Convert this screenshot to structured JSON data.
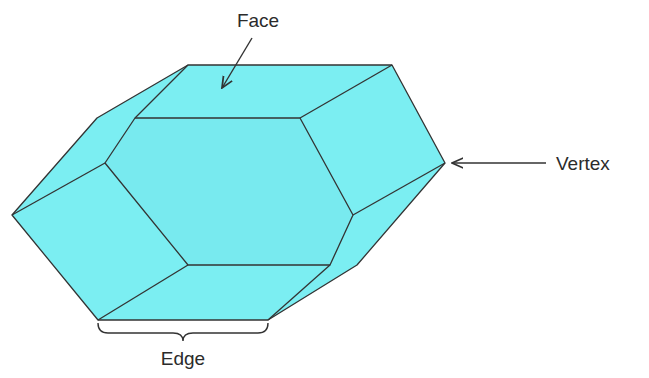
{
  "diagram": {
    "labels": [
      "Face",
      "Vertex",
      "Edge"
    ]
  }
}
